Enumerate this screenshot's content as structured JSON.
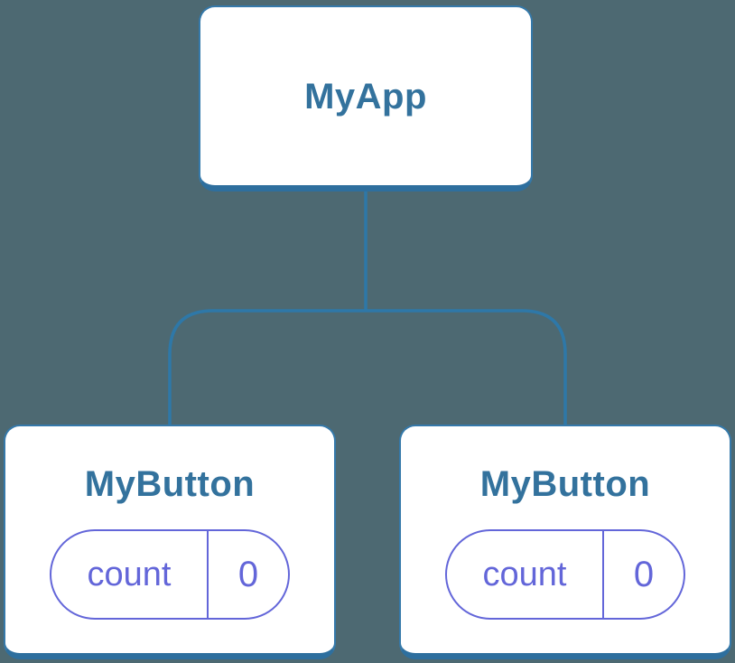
{
  "diagram": {
    "root": {
      "label": "MyApp"
    },
    "children": [
      {
        "label": "MyButton",
        "state": {
          "key": "count",
          "value": "0"
        }
      },
      {
        "label": "MyButton",
        "state": {
          "key": "count",
          "value": "0"
        }
      }
    ]
  },
  "colors": {
    "background": "#4d6972",
    "node-fill": "#ffffff",
    "node-border": "#3579aa",
    "node-border-bottom": "#2e6f9e",
    "node-label": "#33729d",
    "connector": "#2e78a8",
    "state-accent": "#6366d9"
  }
}
